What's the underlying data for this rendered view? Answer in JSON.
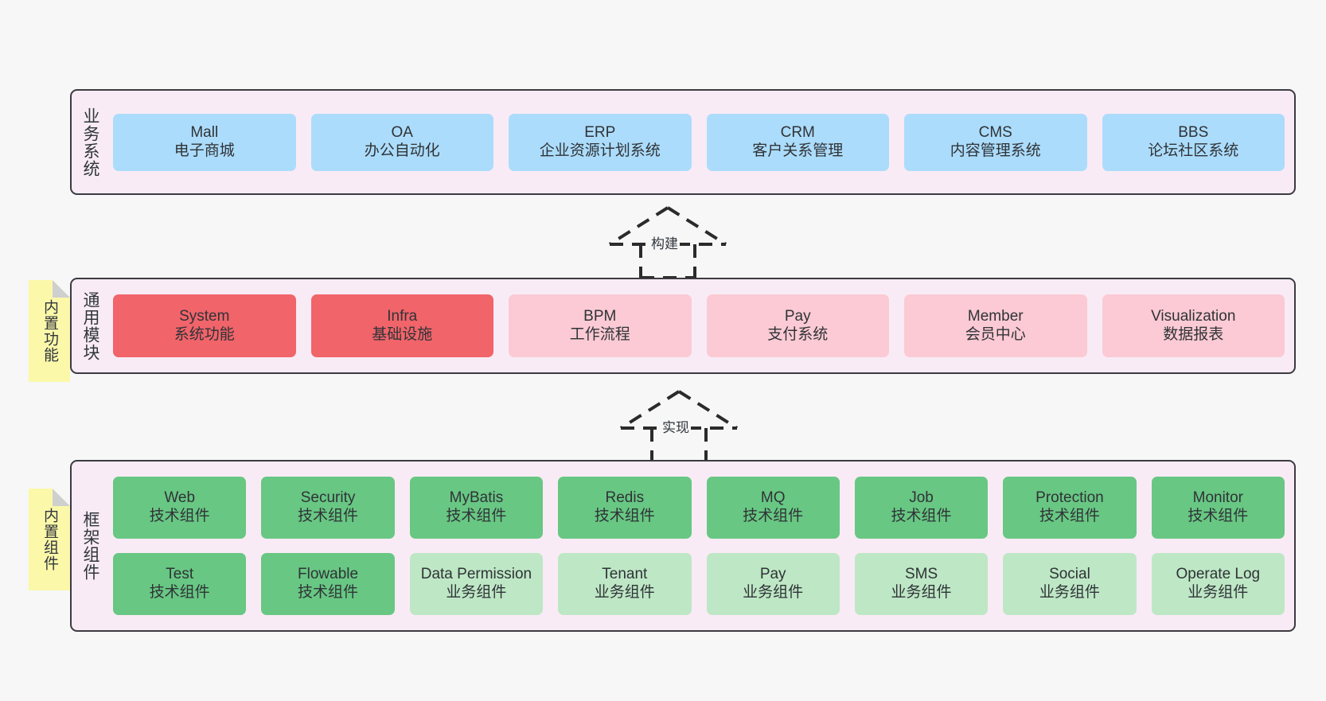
{
  "diagram": {
    "background": "#f7f7f7",
    "panel_bg": "#f9ebf5",
    "panel_border": "#3b3b41",
    "note_bg": "#fbf8a9",
    "colors": {
      "business": "#ACDCFB",
      "module_active": "#F1646A",
      "module_plain": "#FBCAD4",
      "tech_component": "#68C783",
      "biz_component": "#BEE7C5"
    }
  },
  "layers": {
    "business": {
      "title": "业务系统",
      "cards": [
        {
          "en": "Mall",
          "cn": "电子商城",
          "color": "c-blue"
        },
        {
          "en": "OA",
          "cn": "办公自动化",
          "color": "c-blue"
        },
        {
          "en": "ERP",
          "cn": "企业资源计划系统",
          "color": "c-blue"
        },
        {
          "en": "CRM",
          "cn": "客户关系管理",
          "color": "c-blue"
        },
        {
          "en": "CMS",
          "cn": "内容管理系统",
          "color": "c-blue"
        },
        {
          "en": "BBS",
          "cn": "论坛社区系统",
          "color": "c-blue"
        }
      ]
    },
    "common": {
      "title": "通用模块",
      "note": "内置功能",
      "cards": [
        {
          "en": "System",
          "cn": "系统功能",
          "color": "c-red"
        },
        {
          "en": "Infra",
          "cn": "基础设施",
          "color": "c-red"
        },
        {
          "en": "BPM",
          "cn": "工作流程",
          "color": "c-pink"
        },
        {
          "en": "Pay",
          "cn": "支付系统",
          "color": "c-pink"
        },
        {
          "en": "Member",
          "cn": "会员中心",
          "color": "c-pink"
        },
        {
          "en": "Visualization",
          "cn": "数据报表",
          "color": "c-pink"
        }
      ]
    },
    "framework": {
      "title": "框架组件",
      "note": "内置组件",
      "row1": [
        {
          "en": "Web",
          "cn": "技术组件",
          "color": "c-green"
        },
        {
          "en": "Security",
          "cn": "技术组件",
          "color": "c-green"
        },
        {
          "en": "MyBatis",
          "cn": "技术组件",
          "color": "c-green"
        },
        {
          "en": "Redis",
          "cn": "技术组件",
          "color": "c-green"
        },
        {
          "en": "MQ",
          "cn": "技术组件",
          "color": "c-green"
        },
        {
          "en": "Job",
          "cn": "技术组件",
          "color": "c-green"
        },
        {
          "en": "Protection",
          "cn": "技术组件",
          "color": "c-green"
        },
        {
          "en": "Monitor",
          "cn": "技术组件",
          "color": "c-green"
        }
      ],
      "row2": [
        {
          "en": "Test",
          "cn": "技术组件",
          "color": "c-green"
        },
        {
          "en": "Flowable",
          "cn": "技术组件",
          "color": "c-green"
        },
        {
          "en": "Data Permission",
          "cn": "业务组件",
          "color": "c-lightgreen"
        },
        {
          "en": "Tenant",
          "cn": "业务组件",
          "color": "c-lightgreen"
        },
        {
          "en": "Pay",
          "cn": "业务组件",
          "color": "c-lightgreen"
        },
        {
          "en": "SMS",
          "cn": "业务组件",
          "color": "c-lightgreen"
        },
        {
          "en": "Social",
          "cn": "业务组件",
          "color": "c-lightgreen"
        },
        {
          "en": "Operate Log",
          "cn": "业务组件",
          "color": "c-lightgreen"
        }
      ]
    }
  },
  "connectors": [
    {
      "label": "构建",
      "from": "通用模块",
      "to": "业务系统",
      "style": "dashed-hollow-arrow-up"
    },
    {
      "label": "实现",
      "from": "框架组件",
      "to": "通用模块",
      "style": "dashed-hollow-arrow-up"
    }
  ]
}
